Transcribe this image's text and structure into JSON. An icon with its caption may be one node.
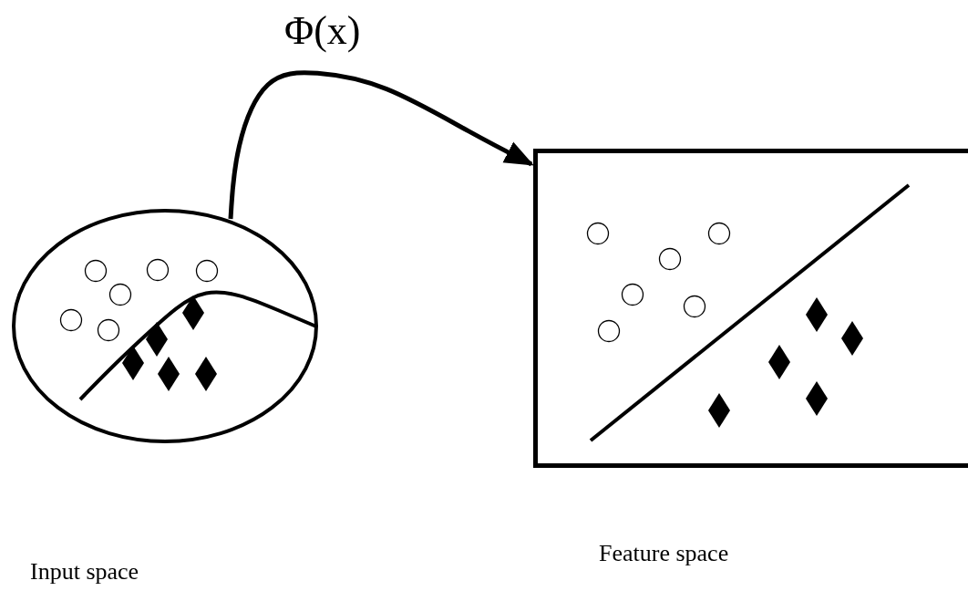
{
  "diagram": {
    "nodes": [
      {
        "text": [],
        "shape": "circle"
      },
      {
        "text": [],
        "shape": "box"
      }
    ],
    "edges": [
      {
        "from": 0,
        "to": 1,
        "arrow": "to",
        "label": "Φ(x)"
      }
    ],
    "labels": [
      "Feature space",
      "Input space"
    ]
  }
}
